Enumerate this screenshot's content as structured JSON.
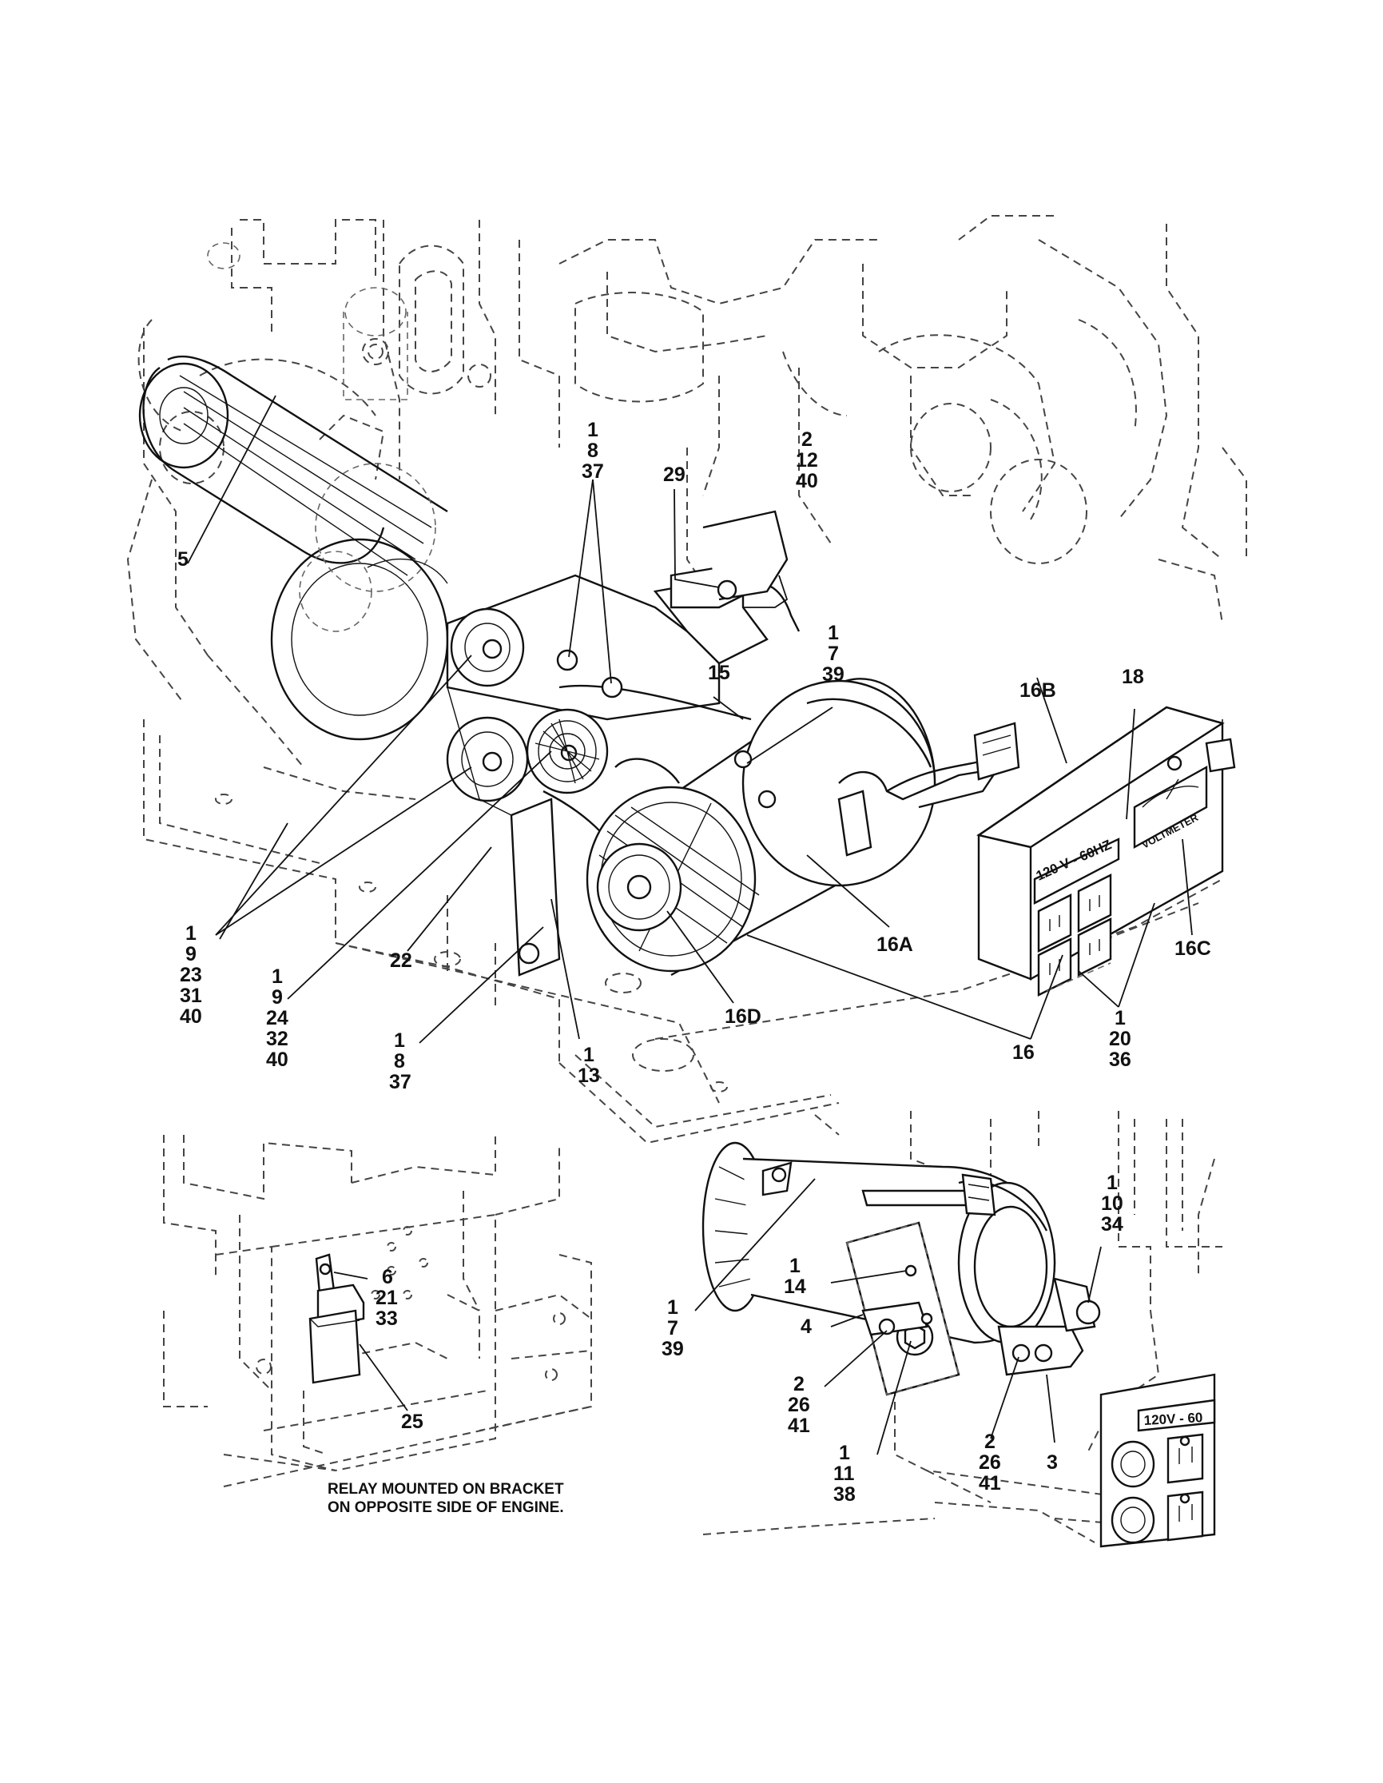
{
  "callouts": [
    {
      "id": "c5",
      "lines": [
        "5"
      ]
    },
    {
      "id": "c1_9_23_31_40",
      "lines": [
        "1",
        "9",
        "23",
        "31",
        "40"
      ]
    },
    {
      "id": "c1_9_24_32_40",
      "lines": [
        "1",
        "9",
        "24",
        "32",
        "40"
      ]
    },
    {
      "id": "c22",
      "lines": [
        "22"
      ]
    },
    {
      "id": "c1_8_37_low",
      "lines": [
        "1",
        "8",
        "37"
      ]
    },
    {
      "id": "c1_13",
      "lines": [
        "1",
        "13"
      ]
    },
    {
      "id": "c1_8_37_top",
      "lines": [
        "1",
        "8",
        "37"
      ]
    },
    {
      "id": "c29",
      "lines": [
        "29"
      ]
    },
    {
      "id": "c2_12_40",
      "lines": [
        "2",
        "12",
        "40"
      ]
    },
    {
      "id": "c1_7_39_top",
      "lines": [
        "1",
        "7",
        "39"
      ]
    },
    {
      "id": "c15",
      "lines": [
        "15"
      ]
    },
    {
      "id": "c16B",
      "lines": [
        "16B"
      ]
    },
    {
      "id": "c18",
      "lines": [
        "18"
      ]
    },
    {
      "id": "c16A",
      "lines": [
        "16A"
      ]
    },
    {
      "id": "c16C",
      "lines": [
        "16C"
      ]
    },
    {
      "id": "c16D",
      "lines": [
        "16D"
      ]
    },
    {
      "id": "c16",
      "lines": [
        "16"
      ]
    },
    {
      "id": "c1_20_36",
      "lines": [
        "1",
        "20",
        "36"
      ]
    },
    {
      "id": "c6_21_33",
      "lines": [
        "6",
        "21",
        "33"
      ]
    },
    {
      "id": "c25",
      "lines": [
        "25"
      ]
    },
    {
      "id": "c1_10_34",
      "lines": [
        "1",
        "10",
        "34"
      ]
    },
    {
      "id": "c1_14",
      "lines": [
        "1",
        "14"
      ]
    },
    {
      "id": "c4",
      "lines": [
        "4"
      ]
    },
    {
      "id": "c1_7_39_low",
      "lines": [
        "1",
        "7",
        "39"
      ]
    },
    {
      "id": "c2_26_41_left",
      "lines": [
        "2",
        "26",
        "41"
      ]
    },
    {
      "id": "c1_11_38",
      "lines": [
        "1",
        "11",
        "38"
      ]
    },
    {
      "id": "c2_26_41_right",
      "lines": [
        "2",
        "26",
        "41"
      ]
    },
    {
      "id": "c3",
      "lines": [
        "3"
      ]
    }
  ],
  "panel": {
    "rating": "120 V  -  60HZ",
    "meter": "VOLTMETER",
    "inset_rating": "120V  -  60"
  },
  "note": {
    "line1": "RELAY MOUNTED ON BRACKET",
    "line2": "ON OPPOSITE SIDE OF ENGINE."
  }
}
